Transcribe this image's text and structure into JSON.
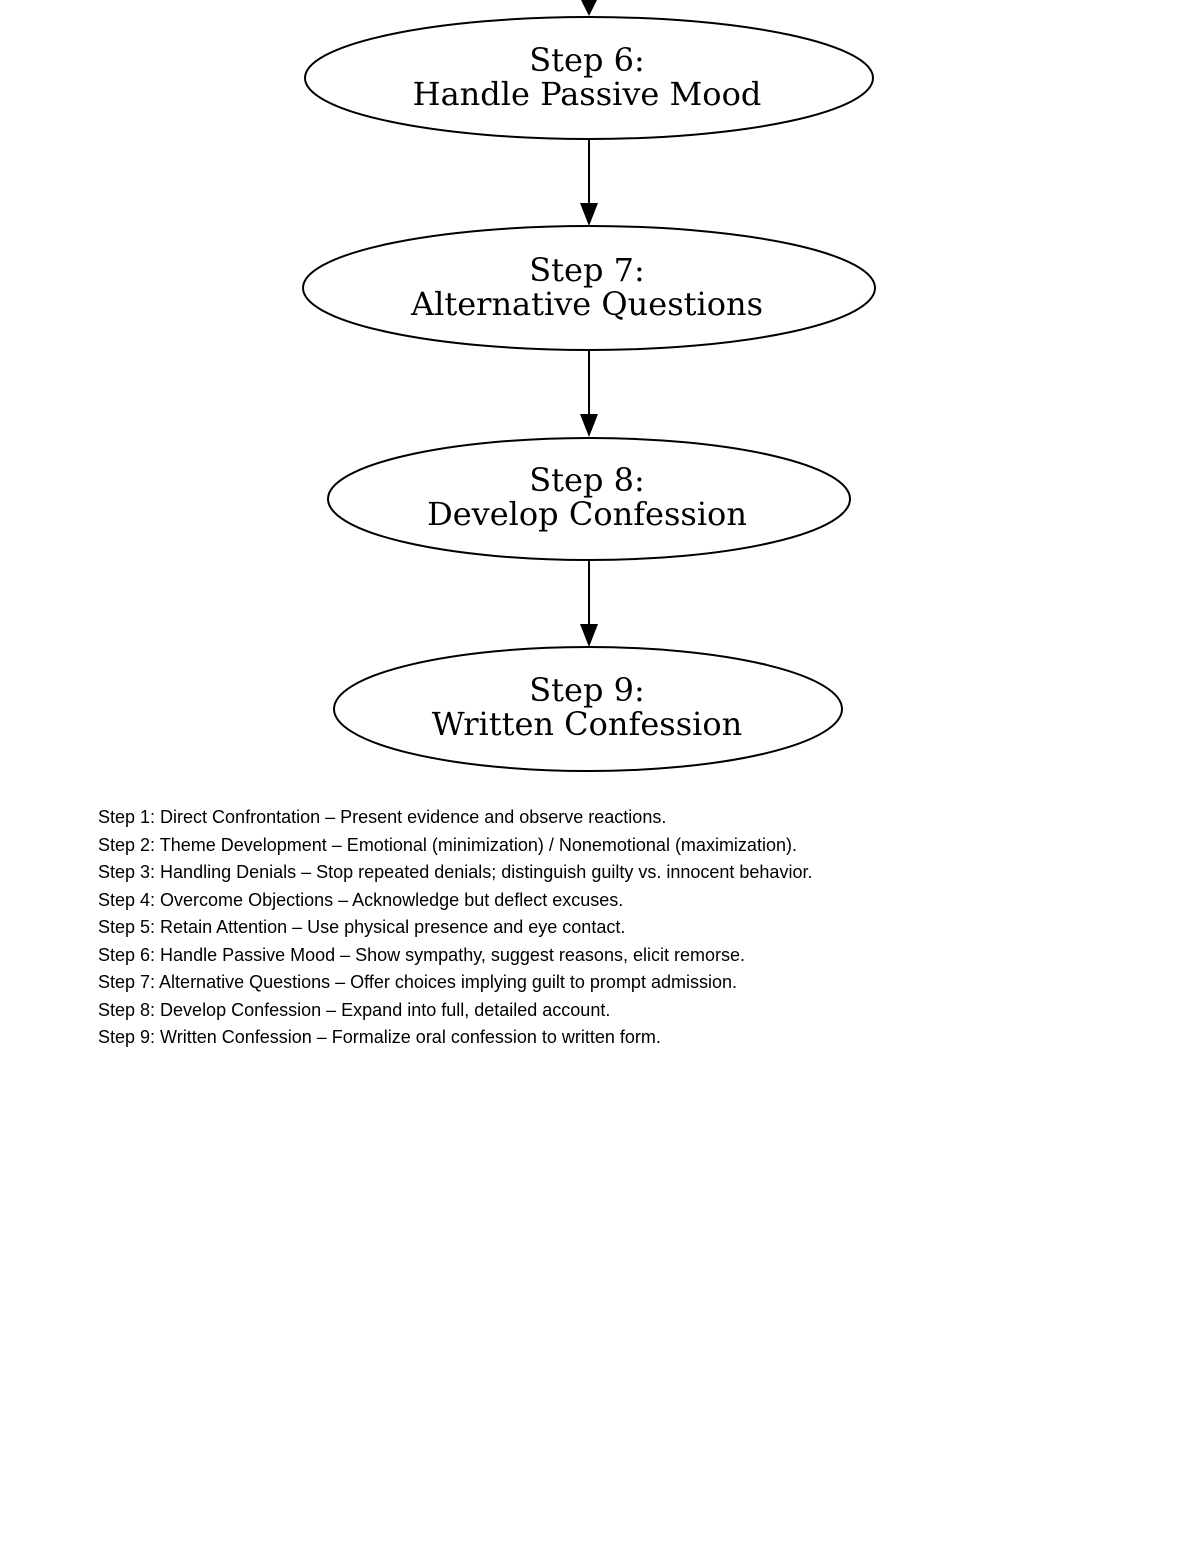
{
  "diagram": {
    "nodes": [
      {
        "id": "step6",
        "label": "Step 6:",
        "title": "Handle Passive Mood"
      },
      {
        "id": "step7",
        "label": "Step 7:",
        "title": "Alternative Questions"
      },
      {
        "id": "step8",
        "label": "Step 8:",
        "title": "Develop Confession"
      },
      {
        "id": "step9",
        "label": "Step 9:",
        "title": "Written Confession"
      }
    ],
    "edges": [
      {
        "from": "step5",
        "to": "step6"
      },
      {
        "from": "step6",
        "to": "step7"
      },
      {
        "from": "step7",
        "to": "step8"
      },
      {
        "from": "step8",
        "to": "step9"
      }
    ]
  },
  "legend": [
    "Step 1: Direct Confrontation – Present evidence and observe reactions.",
    "Step 2: Theme Development – Emotional (minimization) / Nonemotional (maximization).",
    "Step 3: Handling Denials – Stop repeated denials; distinguish guilty vs. innocent behavior.",
    "Step 4: Overcome Objections – Acknowledge but deflect excuses.",
    "Step 5: Retain Attention – Use physical presence and eye contact.",
    "Step 6: Handle Passive Mood – Show sympathy, suggest reasons, elicit remorse.",
    "Step 7: Alternative Questions – Offer choices implying guilt to prompt admission.",
    "Step 8: Develop Confession – Expand into full, detailed account.",
    "Step 9: Written Confession – Formalize oral confession to written form."
  ]
}
